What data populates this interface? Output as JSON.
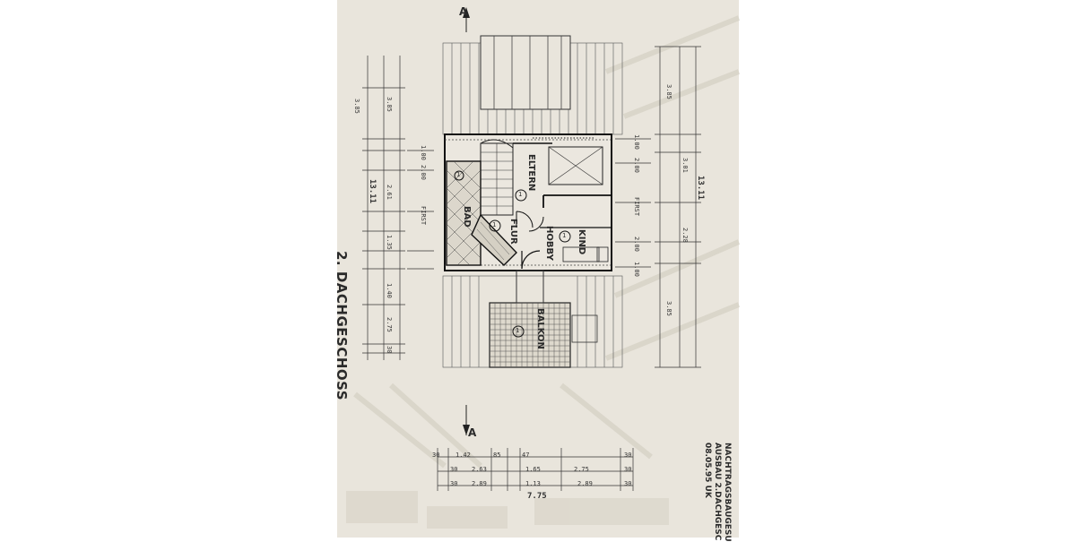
{
  "plan": {
    "sheet_title": "2. DACHGESCHOSS",
    "section_marker": "A",
    "stamp": {
      "line1": "NACHTRAGSBAUGESU",
      "line2": "AUSBAU 2.DACHGESC",
      "line3": "08.05.95 UK"
    },
    "rooms": {
      "eltern": "ELTERN",
      "bad": "BAD",
      "flur": "FLUR",
      "kind": "KIND",
      "hobby": "HOBBY",
      "balkon": "BALKON",
      "room_no": "1"
    },
    "left_dims": {
      "total": "13.11",
      "d385a": "3.85",
      "d385b": "3.85",
      "d100": "1.00",
      "d200": "2.00",
      "first": "FIRST",
      "d261": "2.61",
      "d135": "1.35",
      "d140": "1.40",
      "d275": "2.75",
      "d30": "30"
    },
    "right_dims": {
      "total": "13.11",
      "d385a": "3.85",
      "d385b": "3.85",
      "d100a": "1.00",
      "d200a": "2.00",
      "first": "FIRST",
      "d301": "3.01",
      "d200b": "2.00",
      "d100b": "1.00",
      "d228": "2.28"
    },
    "bottom_dims": {
      "row1": [
        "30",
        "1.42",
        "85",
        "47",
        "30"
      ],
      "row2": [
        "30",
        "2.63",
        "1.65",
        "2.75",
        "30"
      ],
      "row3": [
        "30",
        "2.89",
        "1.13",
        "2.89",
        "30"
      ],
      "total": "7.75"
    }
  }
}
